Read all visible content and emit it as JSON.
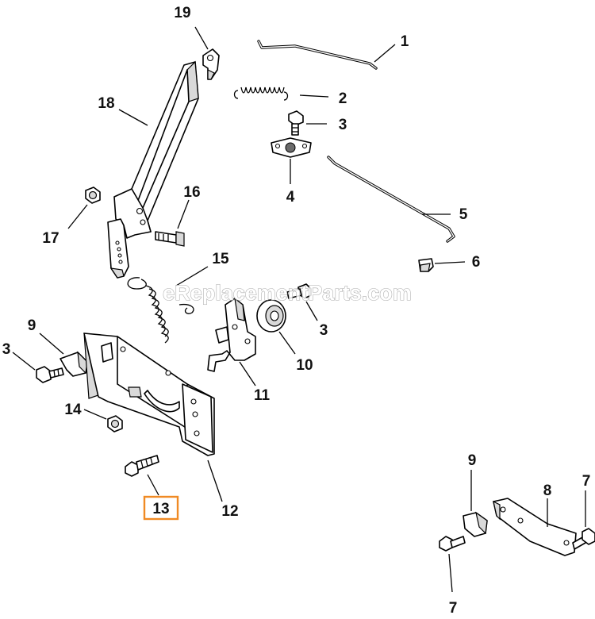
{
  "watermark": "eReplacementParts.com",
  "highlight_color": "#f08a24",
  "highlighted_callout": "13",
  "callouts": {
    "c1": "1",
    "c2": "2",
    "c3a": "3",
    "c4": "4",
    "c5": "5",
    "c6": "6",
    "c3b": "3",
    "c3c": "3",
    "c7a": "7",
    "c7b": "7",
    "c8": "8",
    "c9a": "9",
    "c9b": "9",
    "c10": "10",
    "c11": "11",
    "c12": "12",
    "c13": "13",
    "c14": "14",
    "c15": "15",
    "c16": "16",
    "c17": "17",
    "c18": "18",
    "c19": "19"
  }
}
